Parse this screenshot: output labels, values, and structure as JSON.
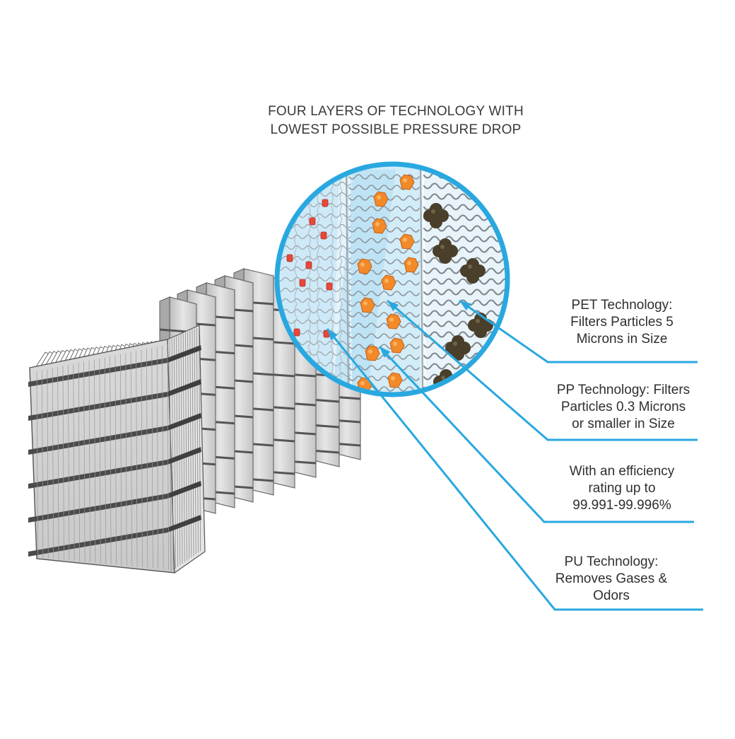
{
  "title": {
    "line1": "FOUR LAYERS OF TECHNOLOGY WITH",
    "line2": "LOWEST POSSIBLE PRESSURE DROP"
  },
  "labels": [
    {
      "id": "pet",
      "lines": [
        "PET Technology:",
        "Filters Particles 5",
        "Microns in Size"
      ]
    },
    {
      "id": "pp",
      "lines": [
        "PP Technology: Filters",
        "Particles 0.3 Microns",
        "or smaller in Size"
      ]
    },
    {
      "id": "efficiency",
      "lines": [
        "With an efficiency",
        "rating up to",
        "99.991-99.996%"
      ]
    },
    {
      "id": "pu",
      "lines": [
        "PU Technology:",
        "Removes  Gases &",
        "Odors"
      ]
    }
  ],
  "colors": {
    "callout_line": "#29a8e0",
    "circle_border": "#29a8e0",
    "pet_particle": "#e8473a",
    "pp_particle": "#f28a2a",
    "pu_particle": "#4a3f2a",
    "filter_gray": "#cfcfcf"
  }
}
